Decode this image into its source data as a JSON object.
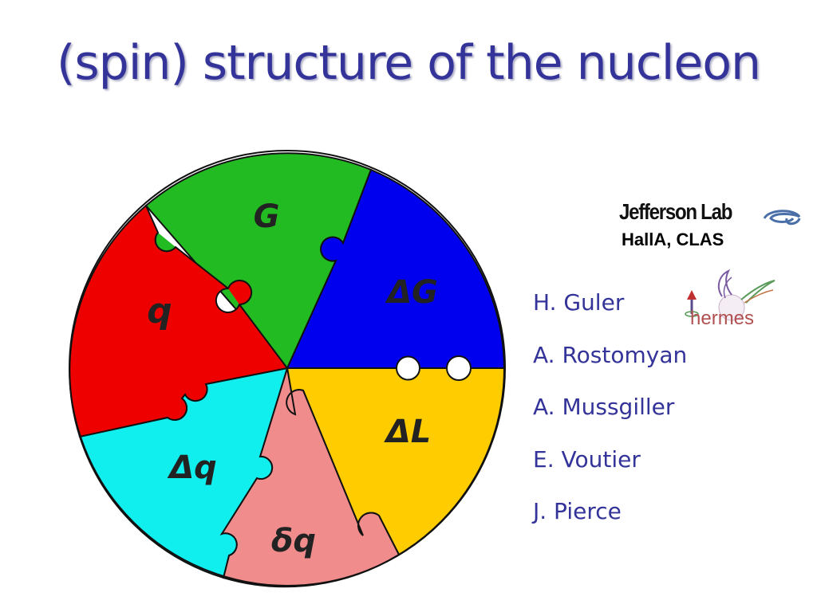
{
  "title": "(spin) structure of the nucleon",
  "pieces": [
    {
      "id": "G",
      "label": "G",
      "color": "#22bb22"
    },
    {
      "id": "dG",
      "label": "ΔG",
      "color": "#0000ee"
    },
    {
      "id": "dL",
      "label": "ΔL",
      "color": "#ffcc00"
    },
    {
      "id": "deltaq",
      "label": "δq",
      "color": "#f08c8c"
    },
    {
      "id": "Dq",
      "label": "Δq",
      "color": "#11eeee"
    },
    {
      "id": "q",
      "label": "q",
      "color": "#ee0000"
    }
  ],
  "logos": {
    "jlab": "Jefferson Lab",
    "halls": "HallA, CLAS",
    "hermes": "hermes"
  },
  "names": [
    "H. Guler",
    "A. Rostomyan",
    "A. Mussgiller",
    "E. Voutier",
    "J. Pierce"
  ]
}
